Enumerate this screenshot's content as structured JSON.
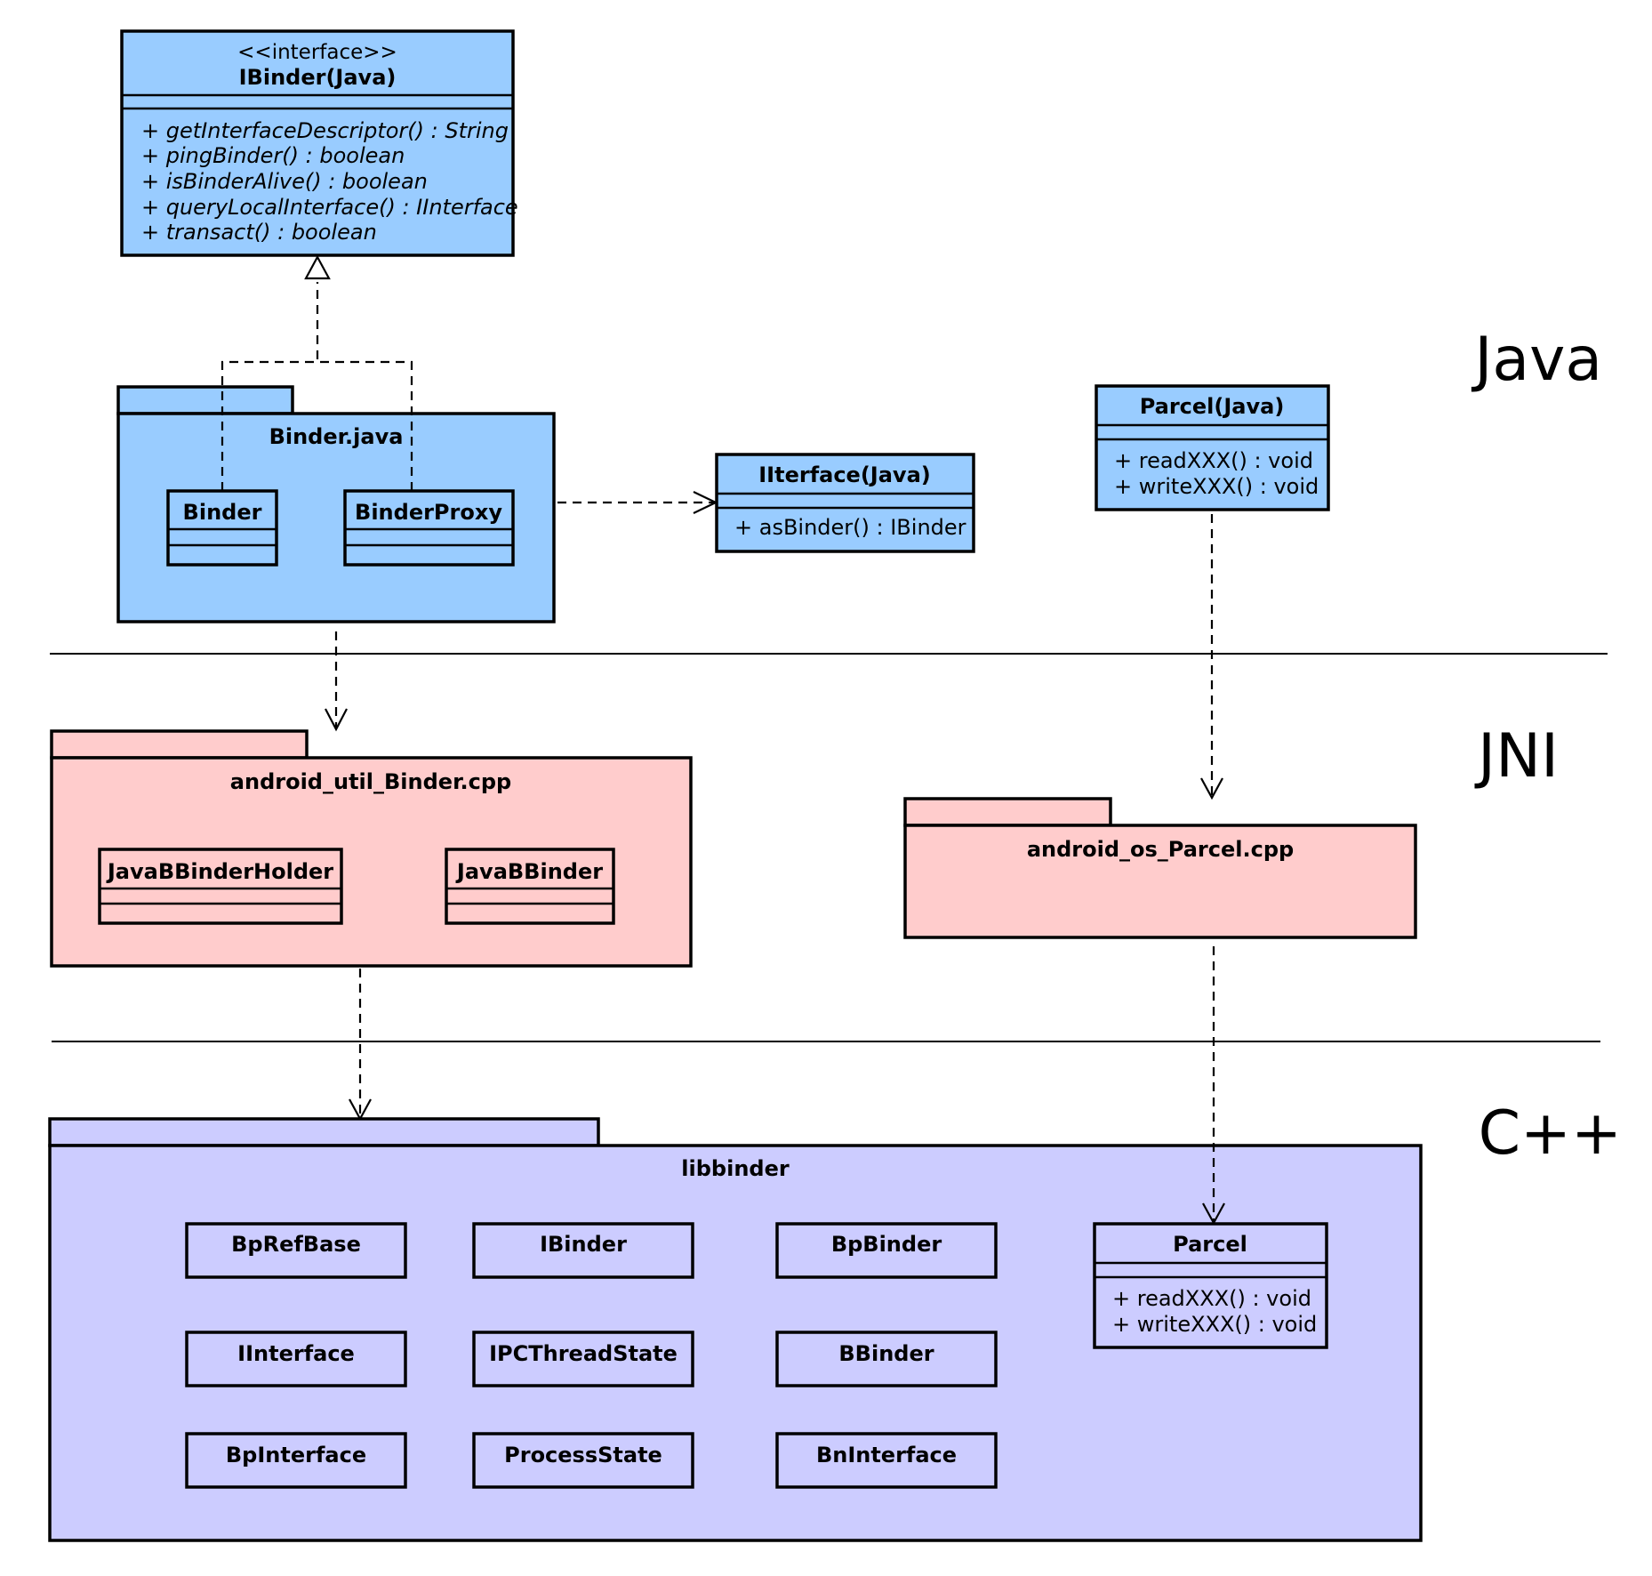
{
  "colors": {
    "java_fill": "#99ccff",
    "jni_fill": "#ffcccc",
    "cpp_fill": "#ccccff",
    "line": "#000000"
  },
  "layers": [
    "Java",
    "JNI",
    "C++"
  ],
  "java": {
    "ibinder": {
      "stereotype": "<<interface>>",
      "name": "IBinder(Java)",
      "methods": [
        "+ getInterfaceDescriptor() : String",
        "+ pingBinder() : boolean",
        "+ isBinderAlive() : boolean",
        "+ queryLocalInterface() : IInterface",
        "+ transact() : boolean"
      ]
    },
    "binder_package": {
      "name": "Binder.java",
      "classes": [
        "Binder",
        "BinderProxy"
      ]
    },
    "iinterface": {
      "name": "IIterface(Java)",
      "methods": [
        "+ asBinder() : IBinder"
      ]
    },
    "parcel": {
      "name": "Parcel(Java)",
      "methods": [
        "+ readXXX() : void",
        "+ writeXXX() : void"
      ]
    }
  },
  "jni": {
    "binder_cpp": {
      "name": "android_util_Binder.cpp",
      "classes": [
        "JavaBBinderHolder",
        "JavaBBinder"
      ]
    },
    "parcel_cpp": {
      "name": "android_os_Parcel.cpp"
    }
  },
  "cpp": {
    "libbinder": {
      "name": "libbinder",
      "classes": [
        "BpRefBase",
        "IBinder",
        "BpBinder",
        "IInterface",
        "IPCThreadState",
        "BBinder",
        "BpInterface",
        "ProcessState",
        "BnInterface"
      ],
      "parcel": {
        "name": "Parcel",
        "methods": [
          "+ readXXX() : void",
          "+ writeXXX() : void"
        ]
      }
    }
  }
}
